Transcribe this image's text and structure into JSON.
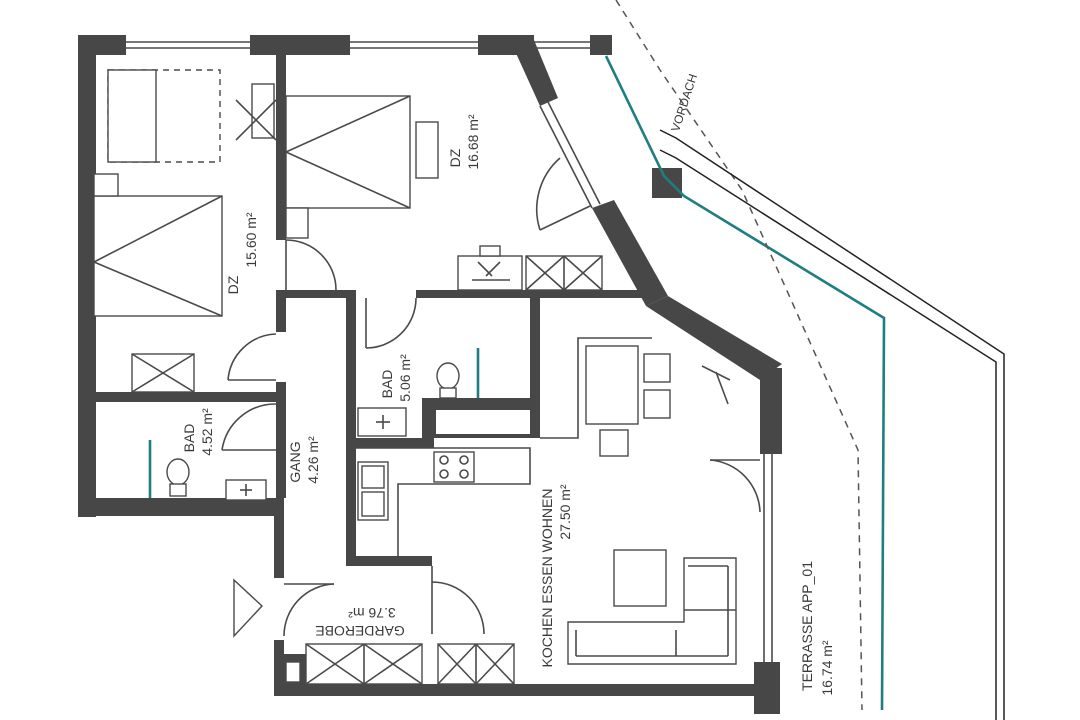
{
  "rooms": {
    "dz_left": {
      "name": "DZ",
      "area": "15.60 m²"
    },
    "dz_right": {
      "name": "DZ",
      "area": "16.68 m²"
    },
    "bad_left": {
      "name": "BAD",
      "area": "4.52 m²"
    },
    "bad_mid": {
      "name": "BAD",
      "area": "5.06 m²"
    },
    "gang": {
      "name": "GANG",
      "area": "4.26 m²"
    },
    "garderobe": {
      "name": "GARDEROBE",
      "area": "3.76 m²"
    },
    "wohnen": {
      "name": "KOCHEN ESSEN WOHNEN",
      "area": "27.50 m²"
    },
    "terrasse": {
      "name": "TERRASSE APP_01",
      "area": "16.74 m²"
    }
  },
  "labels": {
    "vordach": "VORDACH"
  },
  "colors": {
    "wall": "#474747",
    "glazing": "#1f7f80",
    "line": "#4a4a4a"
  }
}
